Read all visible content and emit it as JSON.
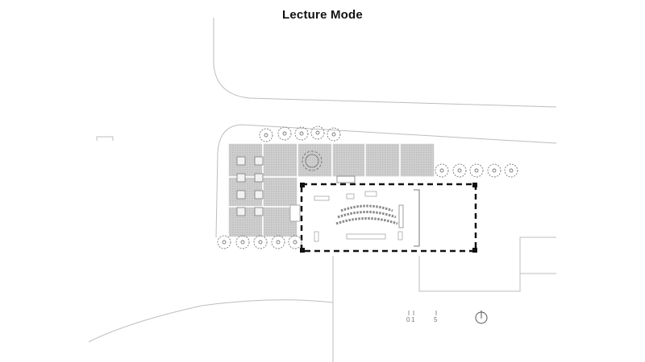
{
  "header": {
    "title": "Lecture Mode"
  },
  "scale_bar": {
    "labels": [
      "0",
      "1",
      "5"
    ]
  },
  "icons": {
    "north_arrow": "north-arrow-icon",
    "tree": "tree-icon"
  },
  "colors": {
    "background": "#ffffff",
    "context_line": "#bdbdbd",
    "building_wall": "#111111",
    "terrace_fill": "#c9c9c9",
    "furniture": "#8a8a8a"
  }
}
